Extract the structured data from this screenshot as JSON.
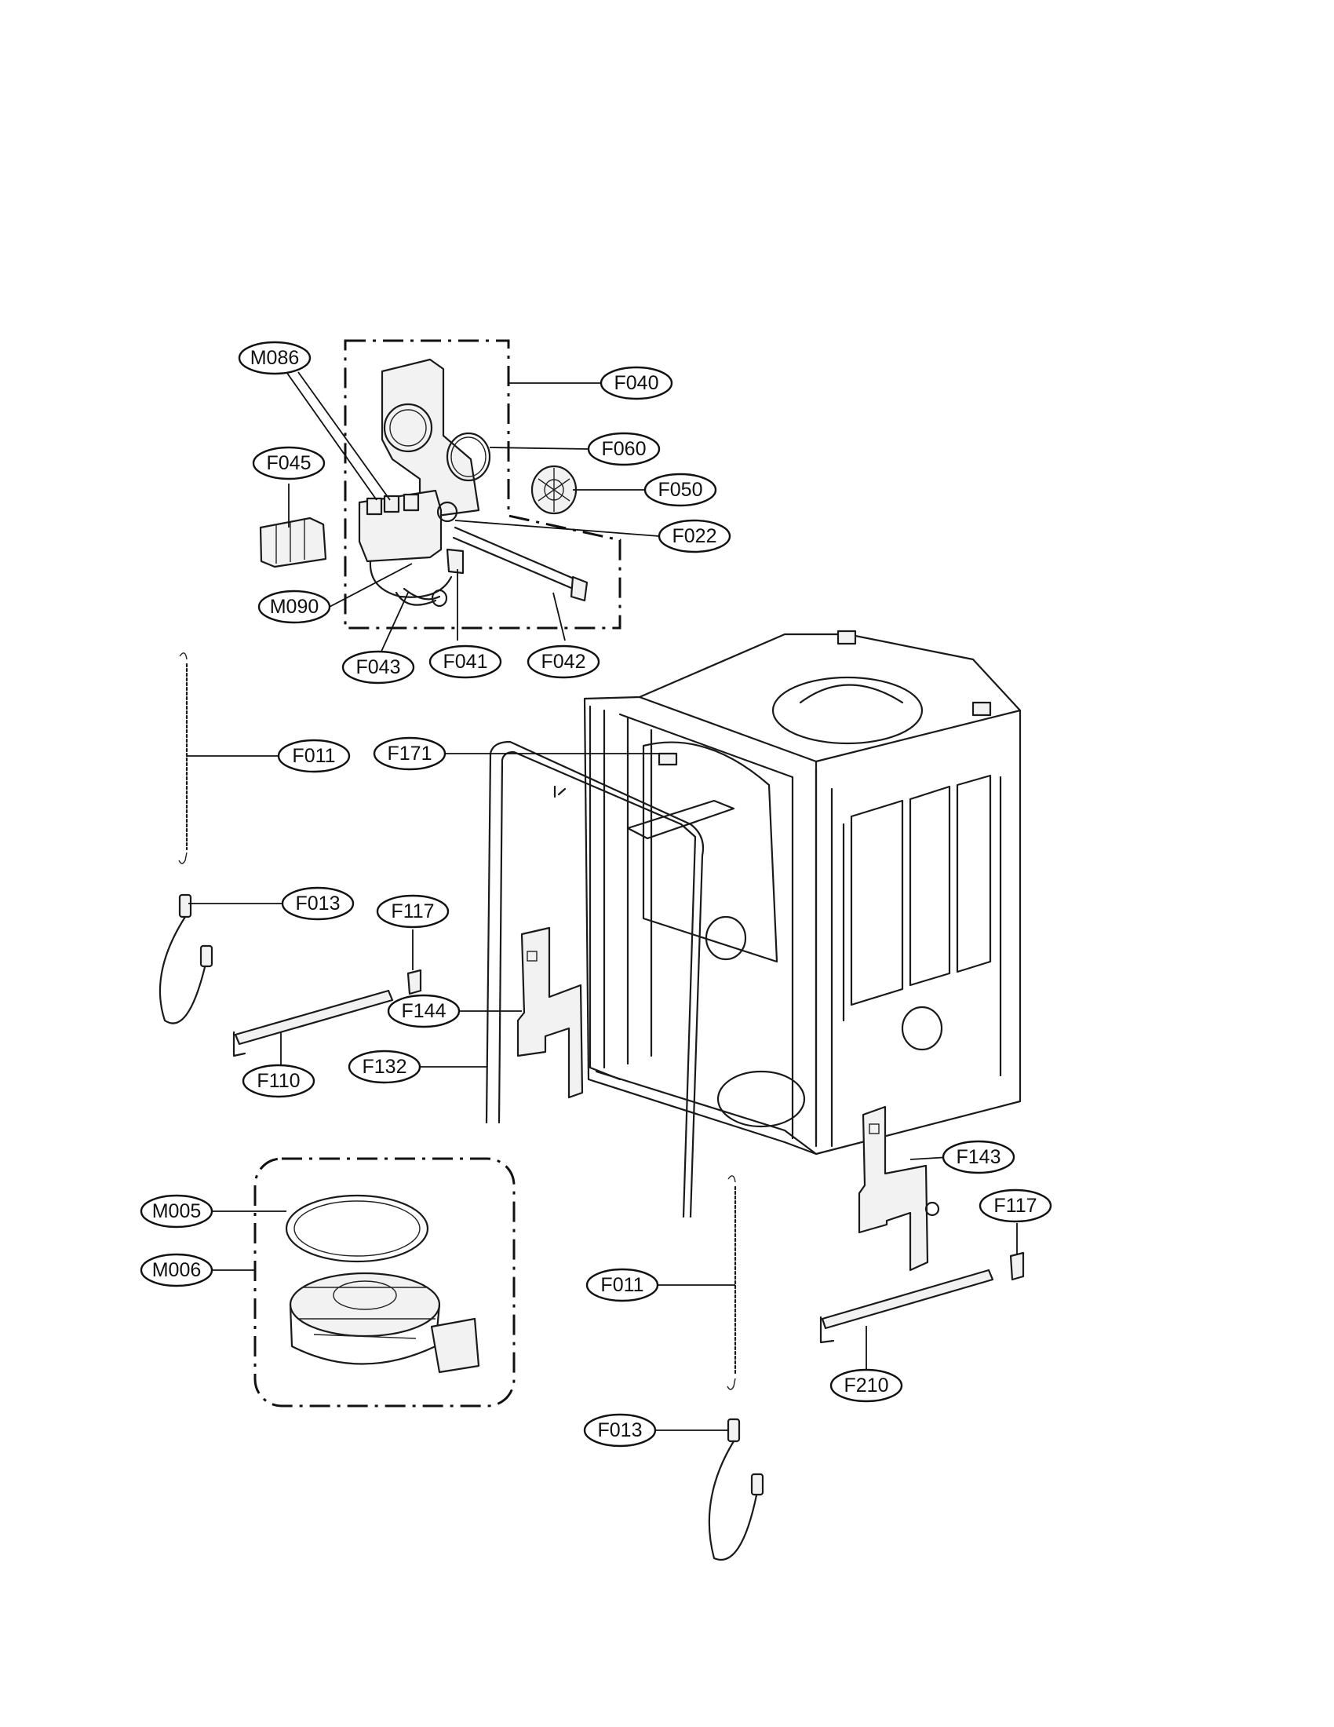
{
  "callouts": [
    {
      "id": "m086",
      "label": "M086"
    },
    {
      "id": "f040",
      "label": "F040"
    },
    {
      "id": "f060",
      "label": "F060"
    },
    {
      "id": "f045",
      "label": "F045"
    },
    {
      "id": "f050",
      "label": "F050"
    },
    {
      "id": "f022",
      "label": "F022"
    },
    {
      "id": "m090",
      "label": "M090"
    },
    {
      "id": "f043",
      "label": "F043"
    },
    {
      "id": "f041",
      "label": "F041"
    },
    {
      "id": "f042",
      "label": "F042"
    },
    {
      "id": "f011a",
      "label": "F011"
    },
    {
      "id": "f171",
      "label": "F171"
    },
    {
      "id": "f013a",
      "label": "F013"
    },
    {
      "id": "f117a",
      "label": "F117"
    },
    {
      "id": "f144",
      "label": "F144"
    },
    {
      "id": "f132",
      "label": "F132"
    },
    {
      "id": "f110",
      "label": "F110"
    },
    {
      "id": "m005",
      "label": "M005"
    },
    {
      "id": "m006",
      "label": "M006"
    },
    {
      "id": "f143",
      "label": "F143"
    },
    {
      "id": "f117b",
      "label": "F117"
    },
    {
      "id": "f011b",
      "label": "F011"
    },
    {
      "id": "f210",
      "label": "F210"
    },
    {
      "id": "f013b",
      "label": "F013"
    }
  ]
}
